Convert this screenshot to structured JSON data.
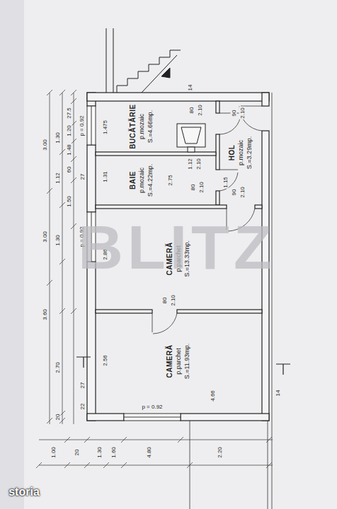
{
  "diagram": {
    "nodes": [
      {
        "text": [
          "BUCĂTĂRIE",
          "p.mozaic",
          "S.=4.66mp."
        ]
      },
      {
        "text": [
          "BAIE",
          "p.mozaic",
          "S.=4.22mp."
        ]
      },
      {
        "text": [
          "HOL",
          "p.mozaic",
          "S.=3.29mp."
        ]
      },
      {
        "text": [
          "CAMERĂ",
          "p.parchet",
          "S.=13.33mp."
        ]
      },
      {
        "text": [
          "CAMERĂ",
          "p.parchet",
          "S.=11.93mp."
        ]
      }
    ],
    "labels": [
      "27.5",
      "1.20",
      "1.48",
      "60",
      "1.50",
      "3.00",
      "3.00",
      "3.60",
      "1.30",
      "1.12",
      "1.30",
      "2.70",
      "20",
      "p = 0.92",
      "p = 0.92",
      "p = 0.92",
      "1.475",
      "1.31",
      "2.86",
      "2.56",
      "80",
      "2.10",
      "1.12",
      "2.10",
      "80",
      "2.10",
      "2.75",
      "1.15",
      "90",
      "2.10",
      "90",
      "2.10",
      "80",
      "2.10",
      "4.66",
      "14",
      "14",
      "27",
      "27",
      "22",
      "1.00",
      "20",
      "1.30",
      "1.60",
      "4.80",
      "2.20",
      "BLITZ",
      "storia"
    ]
  }
}
